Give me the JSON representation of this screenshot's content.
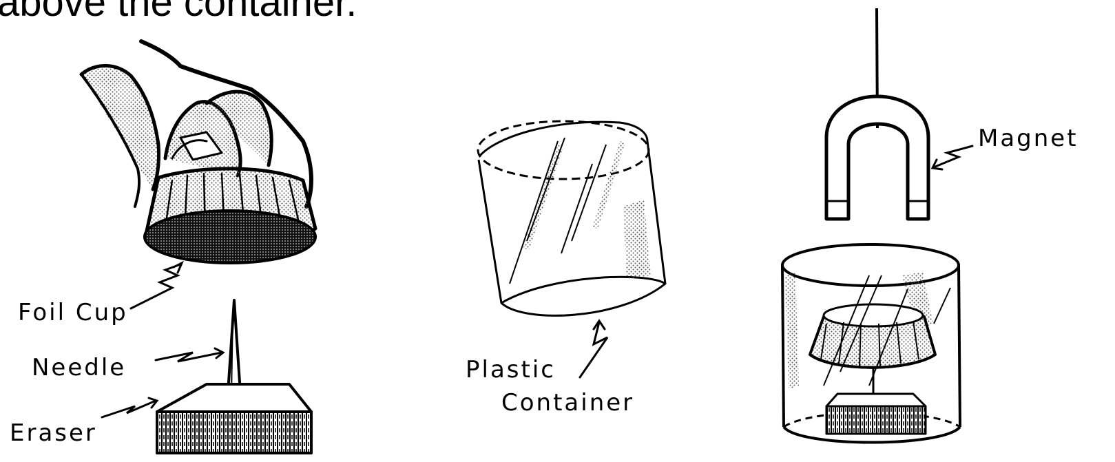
{
  "heading": "above the container.",
  "labels": {
    "foil_cup": "Foil Cup",
    "needle": "Needle",
    "eraser": "Eraser",
    "plastic": "Plastic",
    "container": "Container",
    "magnet": "Magnet"
  },
  "colors": {
    "ink": "#000000",
    "paper": "#ffffff",
    "shade": "#777777"
  }
}
